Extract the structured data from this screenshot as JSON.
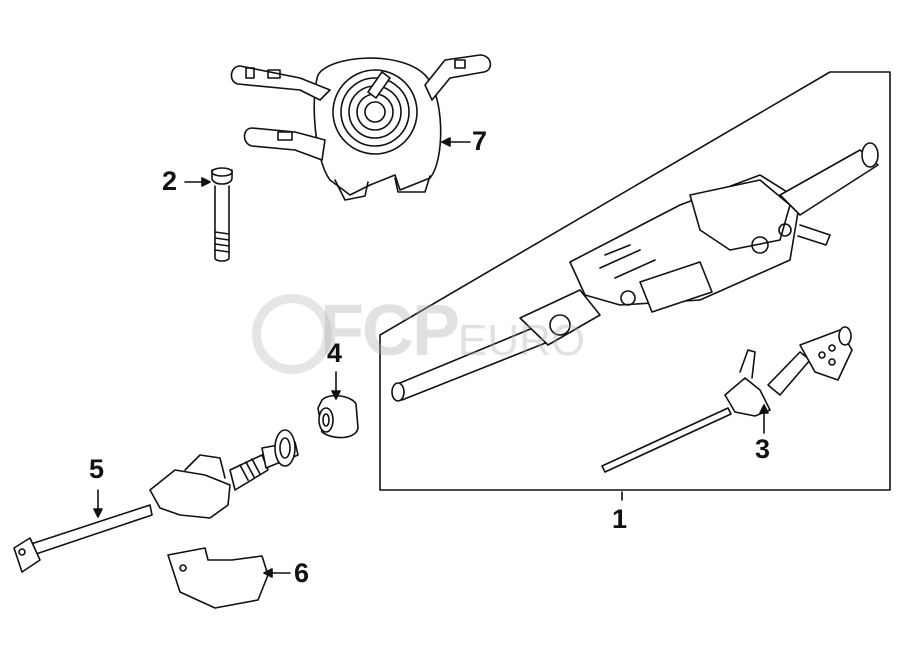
{
  "diagram": {
    "callouts": [
      {
        "id": "1",
        "label": "1"
      },
      {
        "id": "2",
        "label": "2"
      },
      {
        "id": "3",
        "label": "3"
      },
      {
        "id": "4",
        "label": "4"
      },
      {
        "id": "5",
        "label": "5"
      },
      {
        "id": "6",
        "label": "6"
      },
      {
        "id": "7",
        "label": "7"
      }
    ],
    "watermark": {
      "text_main": "FCP",
      "text_sub": "EURO"
    }
  },
  "colors": {
    "line": "#111111",
    "watermark": "#aaaaaa",
    "background": "#ffffff"
  }
}
